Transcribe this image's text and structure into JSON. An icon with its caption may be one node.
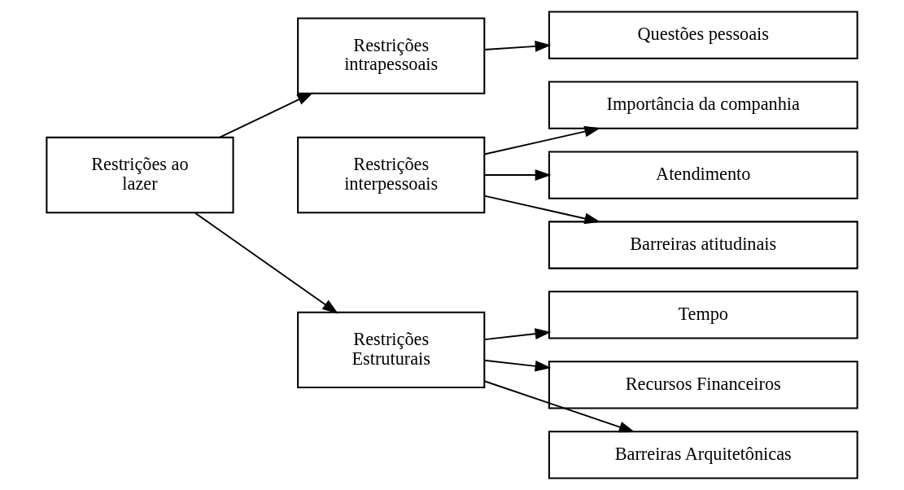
{
  "diagram": {
    "nodes": [
      {
        "text": [
          "Restrições ao lazer"
        ]
      },
      {
        "text": [
          "Restrições intrapessoais"
        ]
      },
      {
        "text": [
          "Questões pessoais"
        ]
      },
      {
        "text": [
          "Restrições interpessoais"
        ]
      },
      {
        "text": [
          "Importância da companhia"
        ]
      },
      {
        "text": [
          "Atendimento"
        ]
      },
      {
        "text": [
          "Barreiras atitudinais"
        ]
      },
      {
        "text": [
          "Restrições Estruturais"
        ]
      },
      {
        "text": [
          "Tempo"
        ]
      },
      {
        "text": [
          "Recursos Financeiros"
        ]
      },
      {
        "text": [
          "Barreiras Arquitetônicas"
        ]
      }
    ],
    "edges": [
      {
        "from": 0,
        "to": 1,
        "arrow": "to"
      },
      {
        "from": 0,
        "to": 7,
        "arrow": "to"
      },
      {
        "from": 1,
        "to": 2,
        "arrow": "to"
      },
      {
        "from": 3,
        "to": 4,
        "arrow": "to"
      },
      {
        "from": 3,
        "to": 5,
        "arrow": "to"
      },
      {
        "from": 3,
        "to": 6,
        "arrow": "to"
      },
      {
        "from": 7,
        "to": 8,
        "arrow": "to"
      },
      {
        "from": 7,
        "to": 9,
        "arrow": "to"
      },
      {
        "from": 7,
        "to": 10,
        "arrow": "to"
      }
    ]
  }
}
